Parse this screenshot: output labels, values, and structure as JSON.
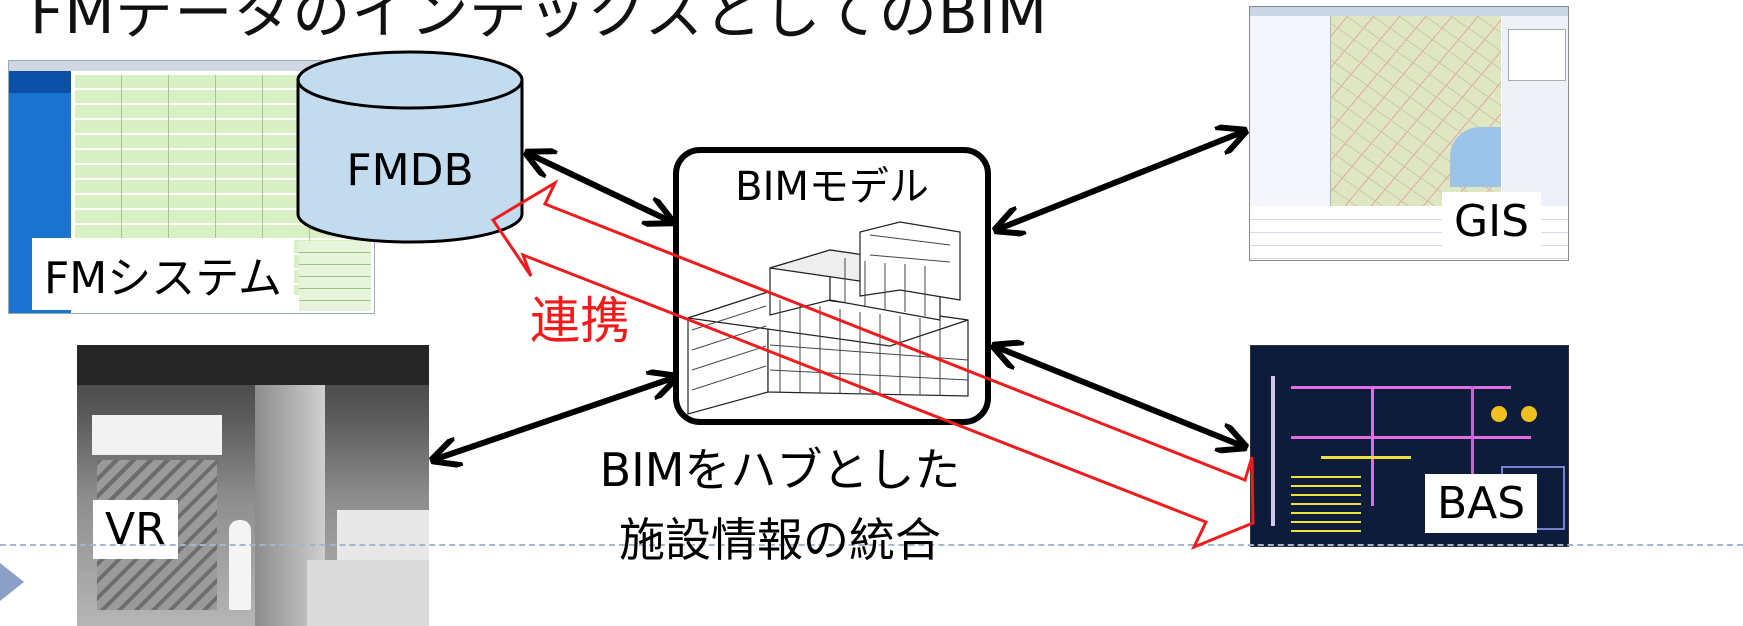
{
  "title": "FMデータのインデックスとしてのBIM",
  "nodes": {
    "fmdb": "FMDB",
    "bim_model": "BIMモデル",
    "fm_system": "FMシステム",
    "gis": "GIS",
    "vr": "VR",
    "bas": "BAS"
  },
  "link_label": "連携",
  "caption": [
    "BIMをハブとした",
    "施設情報の統合"
  ],
  "colors": {
    "link": "#ee1c1c",
    "connector": "#000000",
    "fmdb_fill": "#c3dbef",
    "bas_bg": "#0d1c3a",
    "dashed_rule": "#a6b6cf"
  },
  "icons": [
    "database-cylinder",
    "building-isometric",
    "fm-screenshot",
    "gis-map-screenshot",
    "vr-rendering",
    "bas-panel-screenshot"
  ]
}
